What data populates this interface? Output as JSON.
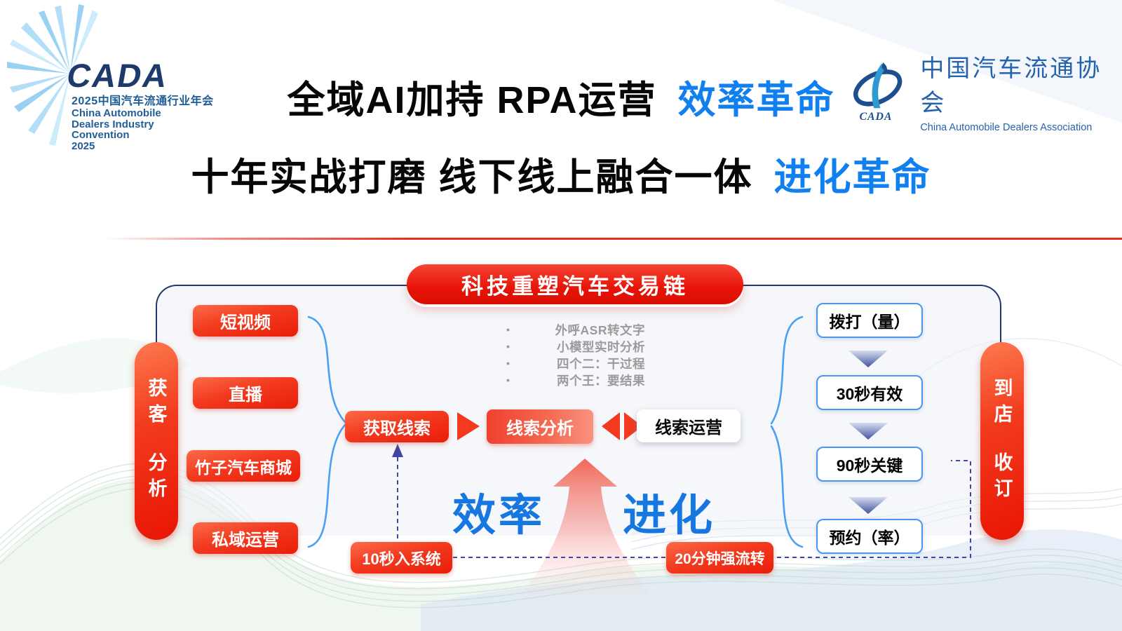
{
  "header": {
    "conv_logo": {
      "brand": "CADA",
      "line_cn": "2025中国汽车流通行业年会",
      "line_en1": "China Automobile",
      "line_en2": "Dealers Industry",
      "line_en3": "Convention",
      "line_en4": "2025"
    },
    "assoc_logo": {
      "emblem_text": "CADA",
      "name_cn": "中国汽车流通协会",
      "name_en": "China Automobile Dealers Association"
    },
    "title1": {
      "black": "全域AI加持 RPA运营",
      "blue": "效率革命"
    },
    "title2": {
      "black": "十年实战打磨 线下线上融合一体",
      "blue": "进化革命"
    }
  },
  "diagram": {
    "banner": "科技重塑汽车交易链",
    "left_pill": {
      "word1": "获客",
      "word2": "分析"
    },
    "left_buttons": [
      "短视频",
      "直播",
      "竹子汽车商城",
      "私域运营"
    ],
    "bullets": [
      "外呼ASR转文字",
      "小模型实时分析",
      "四个二：干过程",
      "两个王：要结果"
    ],
    "flow": {
      "step1": "获取线索",
      "step2": "线索分析",
      "step3": "线索运营"
    },
    "right_steps": [
      "拨打（量）",
      "30秒有效",
      "90秒关键",
      "预约（率）"
    ],
    "right_pill": {
      "word1": "到店",
      "word2": "收订"
    },
    "keywords": {
      "left": "效率",
      "right": "进化"
    },
    "bottom_labels": [
      "10秒入系统",
      "20分钟强流转"
    ]
  },
  "colors": {
    "red": "#ee2410",
    "blue_accent": "#1080f0",
    "navy_border": "#26376f",
    "box_border_blue": "#4a97ef",
    "gray_text": "#9b9b9b",
    "dashed_line": "#4444a4",
    "brace_blue": "#4aa0f5"
  }
}
